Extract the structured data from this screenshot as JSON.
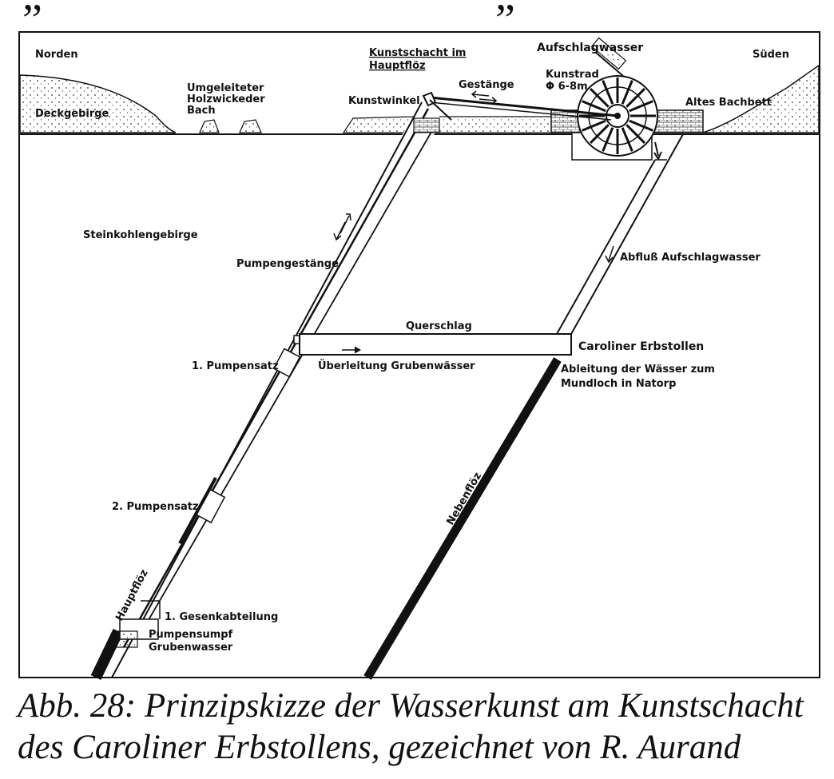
{
  "header_fragment": {
    "left": "„",
    "right": "„"
  },
  "labels": {
    "north": "Norden",
    "south": "Süden",
    "deckgebirge": "Deckgebirge",
    "bach_line1": "Umgeleiteter",
    "bach_line2": "Holzwickeder",
    "bach_line3": "Bach",
    "kunstschacht_line1": "Kunstschacht im",
    "kunstschacht_line2": "Hauptflöz",
    "aufschlagwasser": "Aufschlagwasser",
    "gestaenge": "Gestänge",
    "kunstrad_line1": "Kunstrad",
    "kunstrad_line2": "Φ 6-8m",
    "kunstwinkel": "Kunstwinkel",
    "altes_bachbett": "Altes Bachbett",
    "steinkohlengebirge": "Steinkohlengebirge",
    "pumpengestaenge": "Pumpengestänge",
    "abfluss": "Abfluß Aufschlagwasser",
    "querschlag": "Querschlag",
    "caroliner_erbstollen": "Caroliner Erbstollen",
    "pumpensatz1": "1. Pumpensatz",
    "ueberleitung": "Überleitung Grubenwässer",
    "ableitung_line1": "Ableitung der Wässer zum",
    "ableitung_line2": "Mundloch in Natorp",
    "nebenfloez": "Nebenflöz",
    "pumpensatz2": "2. Pumpensatz",
    "hauptfloez": "Hauptflöz",
    "gesenkabteilung": "1. Gesenkabteilung",
    "pumpensumpf_line1": "Pumpensumpf",
    "pumpensumpf_line2": "Grubenwasser"
  },
  "caption": {
    "line1": "Abb. 28: Prinzipskizze der Wasserkunst am Kunstschacht",
    "line2": "des Caroliner Erbstollens, gezeichnet von R. Aurand"
  }
}
